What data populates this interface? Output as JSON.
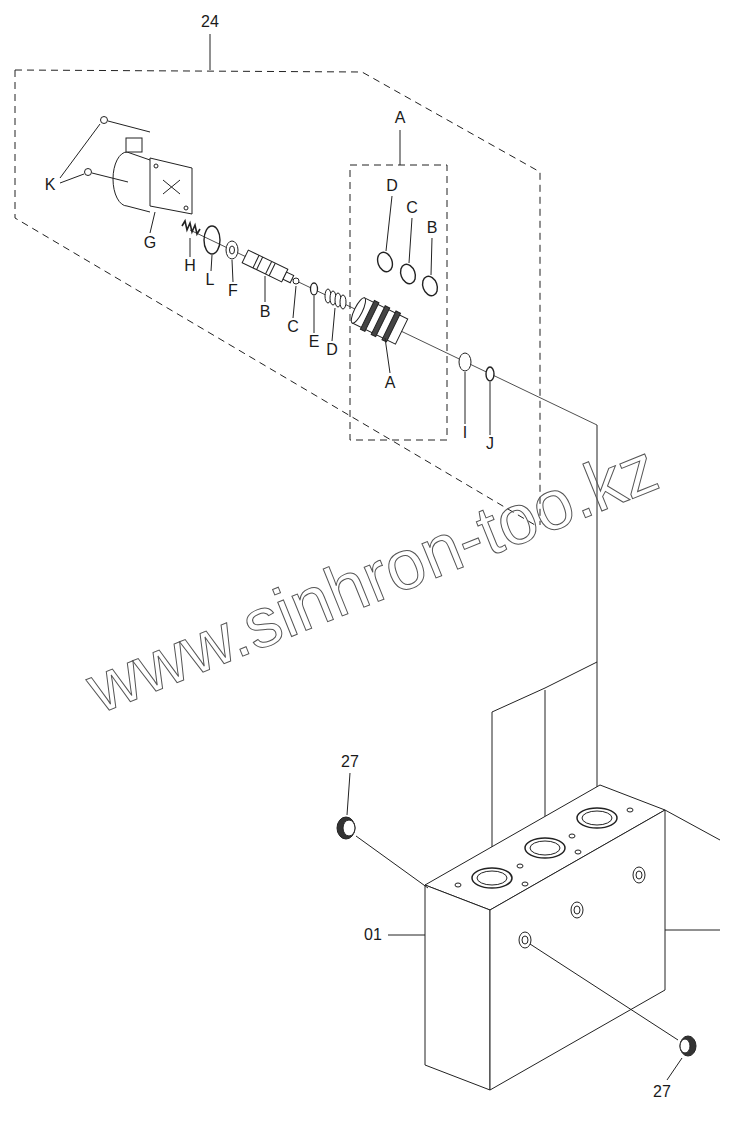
{
  "diagram": {
    "labels": [
      "24",
      "A",
      "D",
      "C",
      "B",
      "K",
      "G",
      "H",
      "L",
      "F",
      "B",
      "C",
      "E",
      "D",
      "A",
      "I",
      "J",
      "www.sinhron-too.kz",
      "27",
      "01",
      "27"
    ]
  }
}
